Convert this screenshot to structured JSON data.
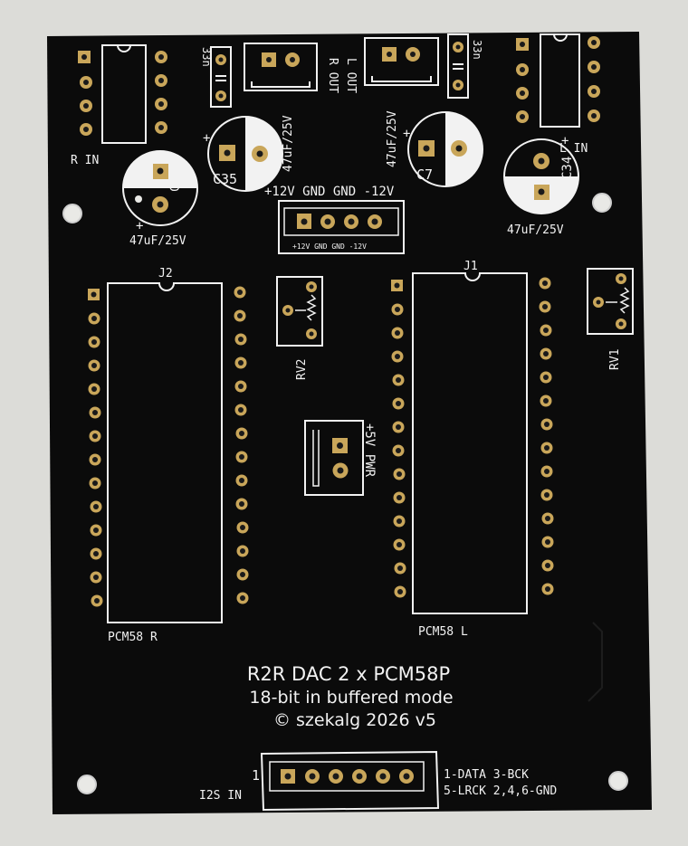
{
  "colors": {
    "background": "#dcdcd8",
    "board": "#0b0b0b",
    "silkscreen": "#f2f2f2",
    "pad_gold": "#c9a65a",
    "hole": "#1a1a1a"
  },
  "labels": {
    "r_in": "R IN",
    "l_in": "L IN",
    "cap_33n_left": "33n",
    "cap_33n_right": "33n",
    "r_out": "R OUT",
    "l_out": "L OUT",
    "c35_ref": "C35",
    "c35_value": "47uF/25V",
    "c7_ref": "C7",
    "c7_value": "47uF/25V",
    "c33_ref": "C33",
    "c33_value": "47uF/25V",
    "c34_ref": "C34",
    "c34_value": "47uF/25V",
    "power_header_top": "+12V GND GND -12V",
    "power_header_small": "+12V GND GND -12V",
    "j2": "J2",
    "j1": "J1",
    "rv2": "RV2",
    "rv1": "RV1",
    "pwr_5v": "+5V PWR",
    "pcm58_r": "PCM58 R",
    "pcm58_l": "PCM58 L",
    "title_line1": "R2R DAC 2 x PCM58P",
    "title_line2": "18-bit in buffered mode",
    "title_line3": "© szekalg 2026 v5",
    "pin_one": "1",
    "i2s_in": "I2S IN",
    "i2s_pins_line1": "1-DATA 3-BCK",
    "i2s_pins_line2": "5-LRCK 2,4,6-GND"
  }
}
